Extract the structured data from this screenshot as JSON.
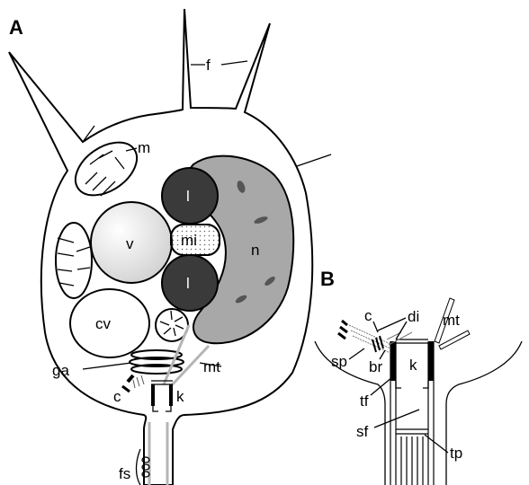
{
  "panels": {
    "a": {
      "letter": "A",
      "labels": {
        "f": "f",
        "m": "m",
        "l_top": "l",
        "mi": "mi",
        "l_bottom": "l",
        "n": "n",
        "v": "v",
        "cv": "cv",
        "ga": "ga",
        "mt": "mt",
        "c": "c",
        "k": "k",
        "fs": "fs"
      }
    },
    "b": {
      "letter": "B",
      "labels": {
        "c": "c",
        "di": "di",
        "mt": "mt",
        "sp": "sp",
        "br": "br",
        "k": "k",
        "tf": "tf",
        "sf": "sf",
        "tp": "tp"
      }
    }
  },
  "colors": {
    "outline": "#000000",
    "nucleus": "#a8a8a8",
    "lipid": "#3a3a3a",
    "vacuole_light": "#f2f2f2",
    "microtubule": "#b5b5b5"
  }
}
